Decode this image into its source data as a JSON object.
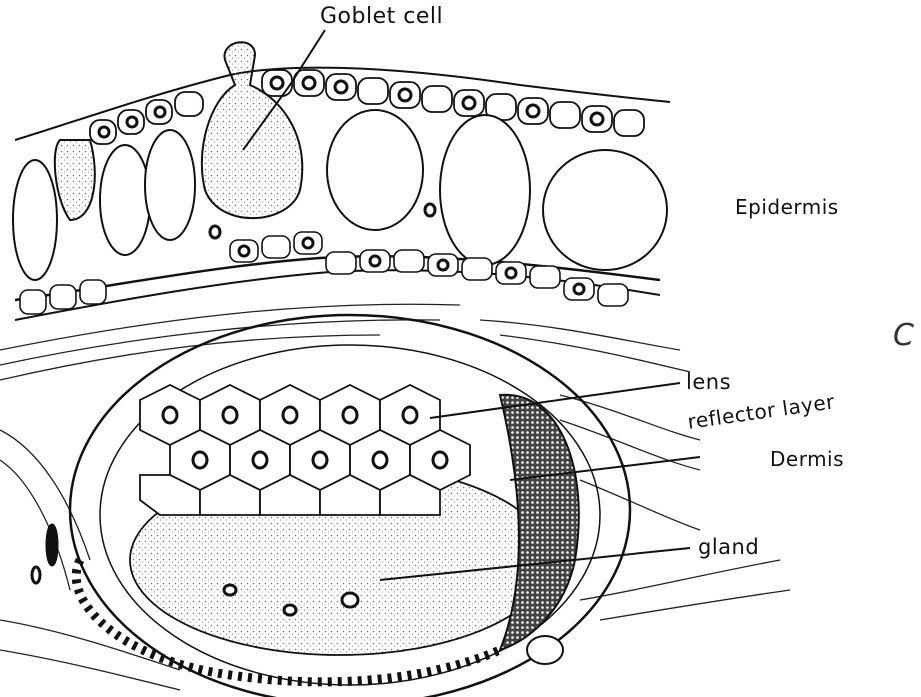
{
  "labels": {
    "goblet_cell": "Goblet cell",
    "epidermis": "Epidermis",
    "c_mark": "C",
    "lens": "lens",
    "reflector_layer": "reflector layer",
    "dermis": "Dermis",
    "gland": "gland"
  },
  "colors": {
    "ink": "#111111",
    "paper": "#ffffff",
    "stipple": "#8a8a8a"
  }
}
